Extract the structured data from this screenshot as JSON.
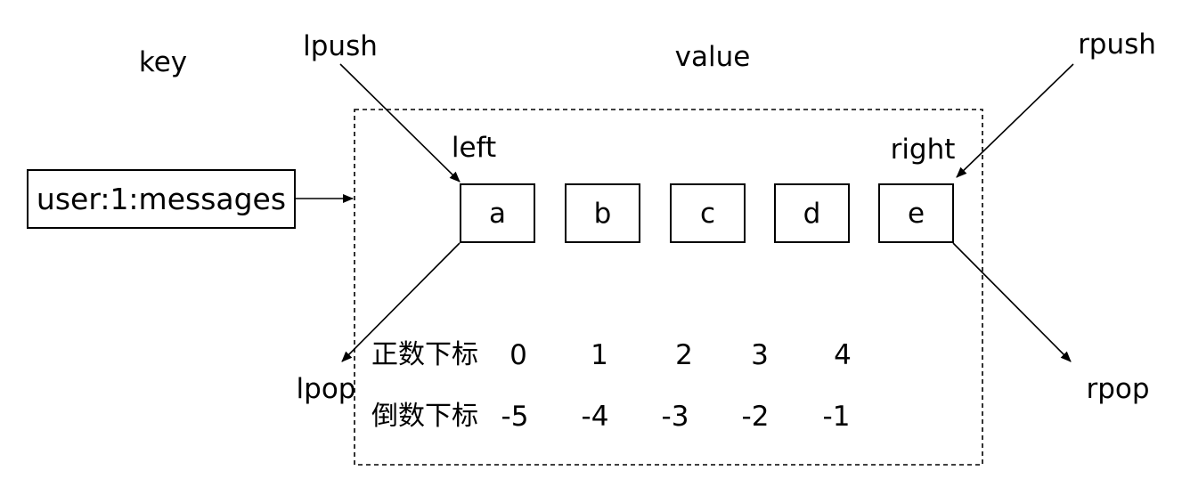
{
  "labels": {
    "key": "key",
    "value": "value",
    "left": "left",
    "right": "right",
    "lpush": "lpush",
    "rpush": "rpush",
    "lpop": "lpop",
    "rpop": "rpop"
  },
  "key_box": {
    "text": "user:1:messages"
  },
  "list_items": [
    "a",
    "b",
    "c",
    "d",
    "e"
  ],
  "index_rows": [
    {
      "label": "正数下标",
      "values": [
        "0",
        "1",
        "2",
        "3",
        "4"
      ]
    },
    {
      "label": "倒数下标",
      "values": [
        "-5",
        "-4",
        "-3",
        "-2",
        "-1"
      ]
    }
  ],
  "colors": {
    "foreground": "#000000",
    "background": "#ffffff"
  }
}
